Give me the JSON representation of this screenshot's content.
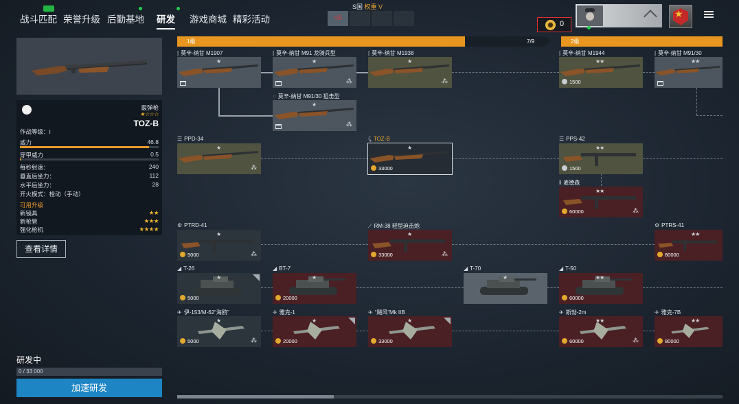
{
  "nav": {
    "tabs": [
      {
        "label": "战斗匹配"
      },
      {
        "label": "荣誉升级"
      },
      {
        "label": "后勤基地"
      },
      {
        "label": "研发"
      },
      {
        "label": "游戏商城"
      },
      {
        "label": "精彩活动"
      }
    ]
  },
  "nation": {
    "title": "S国",
    "rank": "权重 V",
    "tabs": [
      "S国",
      "",
      "",
      ""
    ]
  },
  "currency": {
    "value": "0"
  },
  "selected_weapon": {
    "type": "霰弹枪",
    "name": "TOZ-B",
    "combat_level_label": "作战等级：I",
    "stats": [
      {
        "label": "威力",
        "value": "46.8",
        "fraction": 0.93
      },
      {
        "label": "穿甲威力",
        "value": "0.5",
        "fraction": 0.01
      },
      {
        "label": "每秒射速：",
        "value": "240"
      },
      {
        "label": "垂直后坐力：",
        "value": "112"
      },
      {
        "label": "水平后坐力：",
        "value": "28"
      }
    ],
    "fire_mode": "开火模式：栓动（手动）",
    "upgrades_title": "可用升级",
    "upgrades": [
      {
        "label": "新镜具",
        "stars": "★★"
      },
      {
        "label": "新枪管",
        "stars": "★★★"
      },
      {
        "label": "强化枪机",
        "stars": "★★★★"
      }
    ],
    "detail_button": "查看详情"
  },
  "research": {
    "title": "研发中",
    "progress_text": "0 / 33 000",
    "progress": 0,
    "speed_button": "加速研发"
  },
  "tiers": [
    {
      "label": "1级",
      "progress_text": "7/9"
    },
    {
      "label": "2级"
    }
  ],
  "nodes": [
    {
      "id": "n1",
      "label": "莫辛-纳甘 M1907",
      "stars": "★"
    },
    {
      "id": "n2",
      "label": "莫辛-纳甘 M91 龙骑兵型",
      "stars": "★"
    },
    {
      "id": "n3",
      "label": "莫辛-纳甘 M1938",
      "stars": "★"
    },
    {
      "id": "n4",
      "label": "莫辛-纳甘 M1944",
      "stars": "★★",
      "price": "1500"
    },
    {
      "id": "n5",
      "label": "莫辛-纳甘 M91/30",
      "stars": "★★"
    },
    {
      "id": "n6",
      "label": "莫辛-纳甘 M91/30 狙击型",
      "stars": "★"
    },
    {
      "id": "n7",
      "label": "PPD-34",
      "stars": "★"
    },
    {
      "id": "n8",
      "label": "TOZ-B",
      "stars": "★",
      "price": "33000"
    },
    {
      "id": "n9",
      "label": "PPS-42",
      "stars": "★★",
      "price": "1500"
    },
    {
      "id": "n10",
      "label": "麦德森",
      "stars": "★★",
      "price": "60000"
    },
    {
      "id": "n11",
      "label": "PTRD-41",
      "stars": "★",
      "price": "5000"
    },
    {
      "id": "n12",
      "label": "RM-38 轻型迫击炮",
      "stars": "★",
      "price": "33000"
    },
    {
      "id": "n13",
      "label": "PTRS-41",
      "stars": "★★",
      "price": "80000"
    },
    {
      "id": "n14",
      "label": "T-26",
      "stars": "★",
      "price": "5000"
    },
    {
      "id": "n15",
      "label": "BT-7",
      "stars": "★",
      "price": "20000"
    },
    {
      "id": "n16",
      "label": "T-70",
      "stars": "★"
    },
    {
      "id": "n17",
      "label": "T-50",
      "stars": "★★",
      "price": "60000"
    },
    {
      "id": "n18",
      "label": "伊-153/M-62“海鸥”",
      "stars": "★",
      "price": "5000"
    },
    {
      "id": "n19",
      "label": "雅克-1",
      "stars": "★",
      "price": "20000"
    },
    {
      "id": "n20",
      "label": "“飓风”Mk IIB",
      "stars": "★",
      "price": "33000"
    },
    {
      "id": "n21",
      "label": "斯勃-2m",
      "stars": "★★",
      "price": "60000"
    },
    {
      "id": "n22",
      "label": "雅克-7B",
      "stars": "★★",
      "price": "80000"
    }
  ],
  "colors": {
    "accent_orange": "#e8961f",
    "button_blue": "#1e85c4",
    "alert_red": "#e03030"
  }
}
